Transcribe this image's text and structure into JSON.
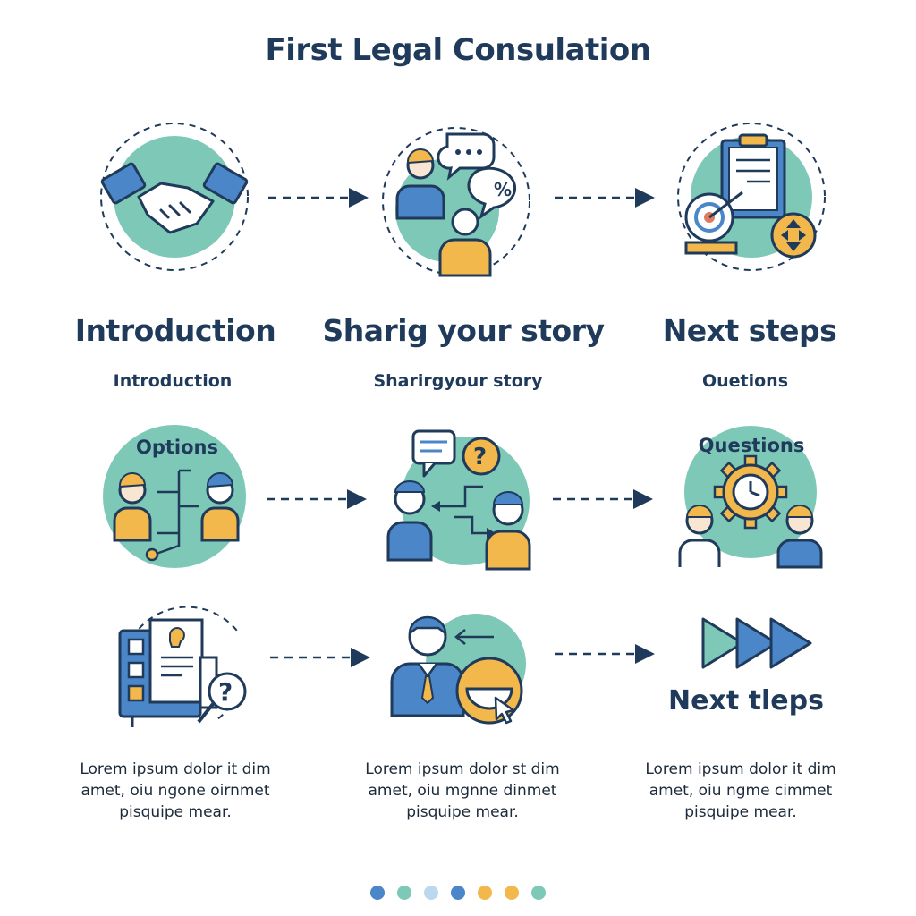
{
  "title": "First Legal Consulation",
  "steps": [
    {
      "heading": "Introduction",
      "subtitle": "Introduction"
    },
    {
      "heading": "Sharig your story",
      "subtitle": "Sharirgyour story"
    },
    {
      "heading": "Next steps",
      "subtitle": "Ouetions"
    }
  ],
  "row2_labels": {
    "left": "Options",
    "right": "Questions"
  },
  "row3_label": "Next tleps",
  "descriptions": [
    [
      "Lorem ipsum dolor it dim",
      "amet, oiu ngone oirnmet",
      "pisquipe mear."
    ],
    [
      "Lorem ipsum dolor st dim",
      "amet, oiu mgnne dinmet",
      "pisquipe mear."
    ],
    [
      "Lorem ipsum dolor it dim",
      "amet, oiu ngme cimmet",
      "pisquipe mear."
    ]
  ],
  "colors": {
    "navy": "#1f3a5a",
    "teal": "#7ec8b8",
    "blue": "#4a86c8",
    "yellow": "#f2b84b",
    "skin": "#f8e6d2"
  },
  "pagination_dots": [
    "#4a86c8",
    "#7ec8b8",
    "#bcd8ef",
    "#4a86c8",
    "#f2b84b",
    "#f2b84b",
    "#7ec8b8"
  ]
}
